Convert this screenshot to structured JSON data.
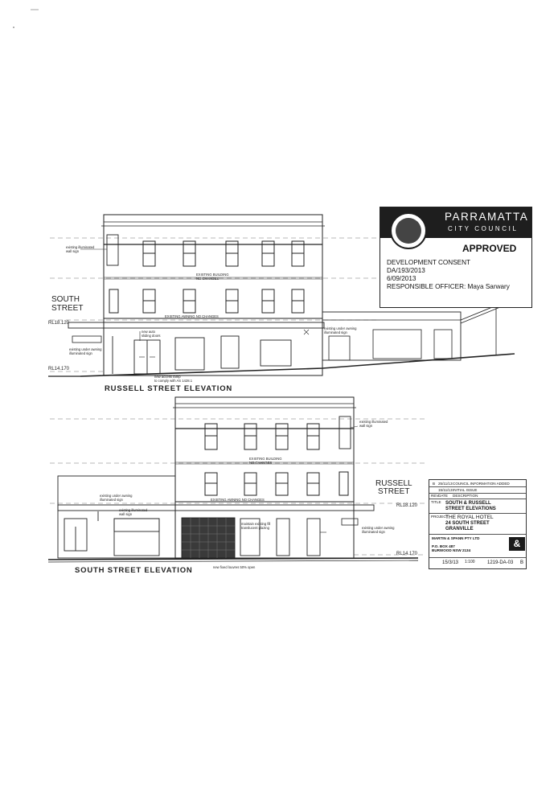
{
  "stamp": {
    "org_line1": "PARRAMATTA",
    "org_line2": "CITY COUNCIL",
    "status": "APPROVED",
    "consent_label": "DEVELOPMENT CONSENT",
    "reference": "DA/193/2013",
    "date": "6/09/2013",
    "officer_line": "RESPONSIBLE OFFICER: Maya Sarwary"
  },
  "russell_elevation": {
    "title": "RUSSELL STREET ELEVATION",
    "street_label_1": "SOUTH",
    "street_label_2": "STREET",
    "level_upper": "RL18.120",
    "level_lower": "RL14.170",
    "notes": {
      "illuminated_sign": "existing illuminated",
      "illuminated_sign_2": "wall sign",
      "existing_building_1": "EXISTING BUILDING",
      "existing_building_2": "NO CHANGES",
      "awning": "EXISTING AWNING NO CHANGES",
      "new_door_1": "new auto",
      "new_door_2": "sliding doors",
      "under_awning_1": "existing under awning",
      "under_awning_2": "illuminated sign",
      "ramp_1": "new access ramp",
      "ramp_2": "to comply with AS 1428.1",
      "under_awning_right_1": "existing under awning",
      "under_awning_right_2": "illuminated sign"
    }
  },
  "south_elevation": {
    "title": "SOUTH STREET ELEVATION",
    "street_label_1": "RUSSELL",
    "street_label_2": "STREET",
    "level_upper": "RL18.120",
    "level_lower": "RL14.170",
    "notes": {
      "illuminated_sign_1": "existing illuminated",
      "illuminated_sign_2": "wall sign",
      "existing_building_1": "EXISTING BUILDING",
      "existing_building_2": "NO CHANGES",
      "awning": "EXISTING AWNING NO CHANGES",
      "under_awning_1": "existing under awning",
      "under_awning_2": "illuminated sign",
      "wall_sign_1": "existing illuminated",
      "wall_sign_2": "wall sign",
      "window_1": "maintain existing fill",
      "window_2": "translucent glazing",
      "under_awning_right_1": "existing under awning",
      "under_awning_right_2": "illuminated sign",
      "louvres": "new fixed louvres 50% open"
    }
  },
  "title_block": {
    "rev_b_date": "25/11/13",
    "rev_b_desc": "COUNCIL INFORMATION ADDED",
    "rev_a_date": "15/11/13",
    "rev_a_desc": "INITIAL ISSUE",
    "header_rev": "REV",
    "header_date": "DATE",
    "header_desc": "DESCRIPTION",
    "title_label": "TITLE",
    "drawing_title_1": "SOUTH & RUSSELL",
    "drawing_title_2": "STREET ELEVATIONS",
    "project_label": "PROJECT",
    "project_1": "THE ROYAL HOTEL",
    "project_2": "24 SOUTH STREET",
    "project_3": "GRANVILLE",
    "firm_1": "MARTIN & SPANN PTY LTD",
    "firm_2": "P.O. BOX 487",
    "firm_3": "BURWOOD NSW 2134",
    "logo": "&",
    "date": "15/3/13",
    "scale": "1:100",
    "drawing_no": "1219-DA-03",
    "revision": "B"
  }
}
